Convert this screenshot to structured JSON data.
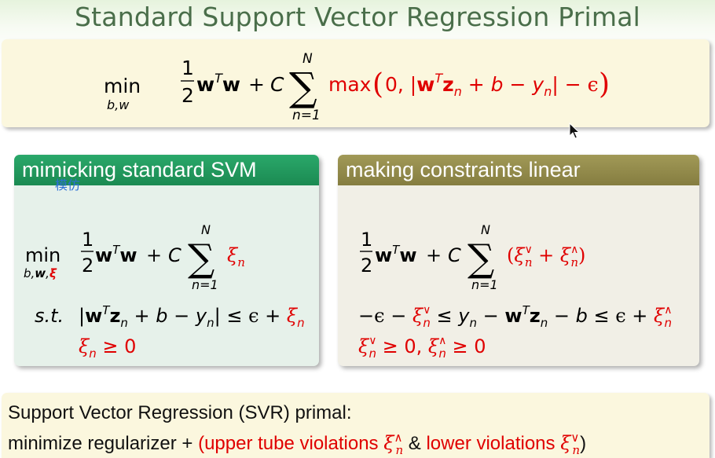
{
  "title": "Standard Support Vector Regression Primal",
  "primal": {
    "min_word": "min",
    "min_sub": "b,w",
    "sum_upper": "N",
    "sum_lower": "n=1",
    "max_word": "max"
  },
  "left_panel": {
    "header": "mimicking standard SVM",
    "tooltip": "模仿",
    "min_word": "min",
    "min_sub": "b,w,ξ",
    "sum_upper": "N",
    "sum_lower": "n=1",
    "st_label": "s.t."
  },
  "right_panel": {
    "header": "making constraints linear",
    "sum_upper": "N",
    "sum_lower": "n=1"
  },
  "summary": {
    "line1": "Support Vector Regression (SVR) primal:",
    "line2_prefix": "minimize regularizer + ",
    "upper_label": "(upper tube violations ",
    "amp": " & ",
    "lower_label": "lower violations ",
    "close": ")"
  },
  "colors": {
    "title": "#4a6e4a",
    "highlight": "#e00000",
    "left_header": "#1b8a52",
    "right_header": "#857d40",
    "box_fill": "#fbf7de"
  }
}
